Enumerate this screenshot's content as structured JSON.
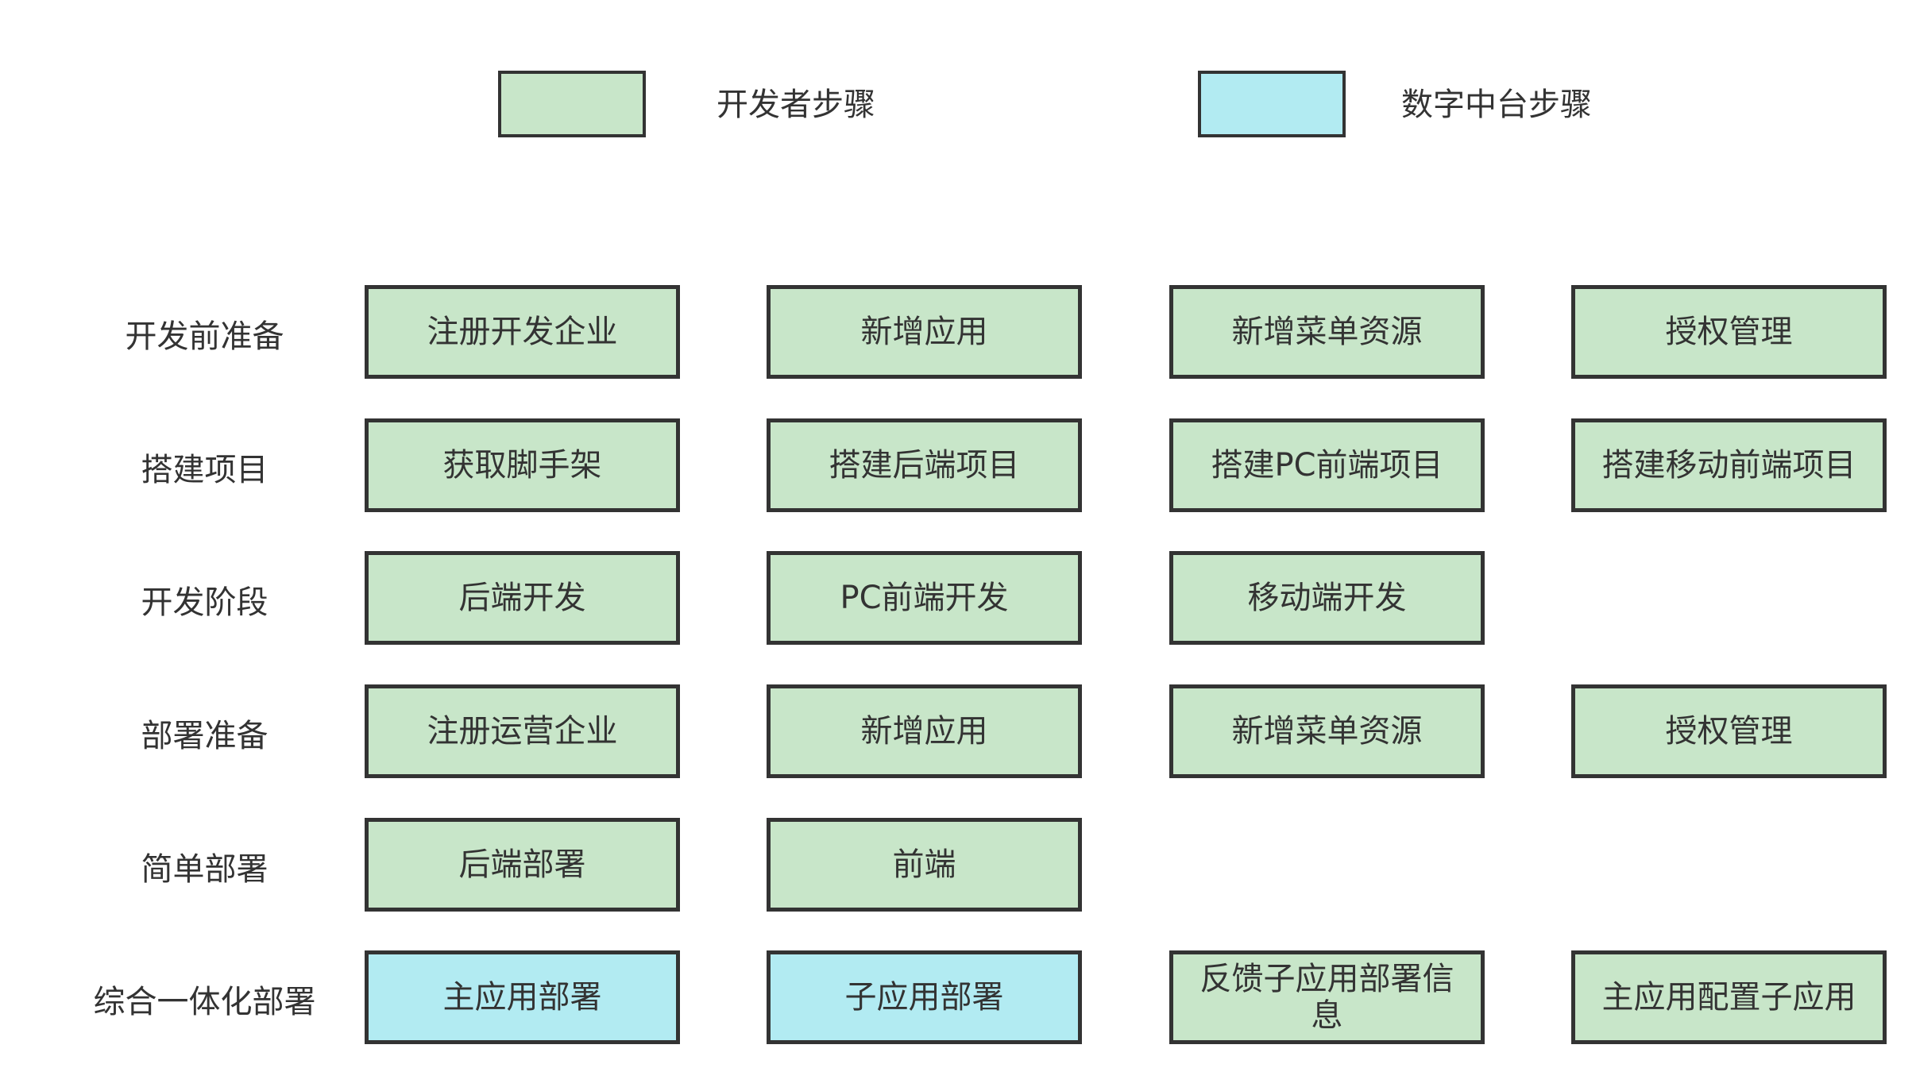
{
  "legend": {
    "developer_label": "开发者步骤",
    "platform_label": "数字中台步骤",
    "developer_color": "#c8e6c9",
    "platform_color": "#b2ebf2"
  },
  "rows": [
    {
      "label": "开发前准备",
      "steps": [
        {
          "text": "注册开发企业",
          "kind": "developer"
        },
        {
          "text": "新增应用",
          "kind": "developer"
        },
        {
          "text": "新增菜单资源",
          "kind": "developer"
        },
        {
          "text": "授权管理",
          "kind": "developer"
        }
      ]
    },
    {
      "label": "搭建项目",
      "steps": [
        {
          "text": "获取脚手架",
          "kind": "developer"
        },
        {
          "text": "搭建后端项目",
          "kind": "developer"
        },
        {
          "text": "搭建PC前端项目",
          "kind": "developer"
        },
        {
          "text": "搭建移动前端项目",
          "kind": "developer"
        }
      ]
    },
    {
      "label": "开发阶段",
      "steps": [
        {
          "text": "后端开发",
          "kind": "developer"
        },
        {
          "text": "PC前端开发",
          "kind": "developer"
        },
        {
          "text": "移动端开发",
          "kind": "developer"
        }
      ]
    },
    {
      "label": "部署准备",
      "steps": [
        {
          "text": "注册运营企业",
          "kind": "developer"
        },
        {
          "text": "新增应用",
          "kind": "developer"
        },
        {
          "text": "新增菜单资源",
          "kind": "developer"
        },
        {
          "text": "授权管理",
          "kind": "developer"
        }
      ]
    },
    {
      "label": "简单部署",
      "steps": [
        {
          "text": "后端部署",
          "kind": "developer"
        },
        {
          "text": "前端",
          "kind": "developer"
        }
      ]
    },
    {
      "label": "综合一体化部署",
      "steps": [
        {
          "text": "主应用部署",
          "kind": "platform"
        },
        {
          "text": "子应用部署",
          "kind": "platform"
        },
        {
          "text": "反馈子应用部署信息",
          "kind": "developer"
        },
        {
          "text": "主应用配置子应用",
          "kind": "developer"
        }
      ]
    }
  ]
}
